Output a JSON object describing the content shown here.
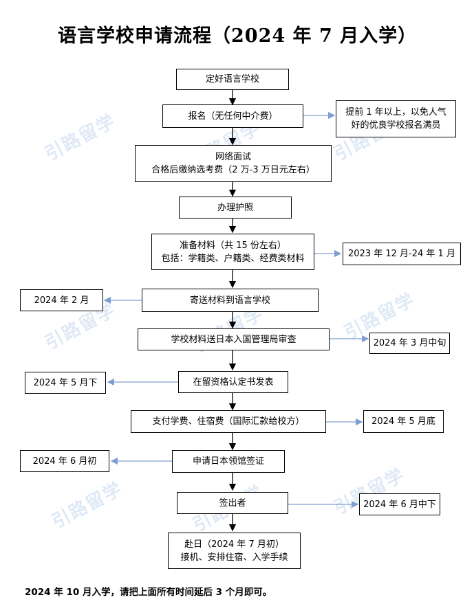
{
  "title": "语言学校申请流程（2024 年 7 月入学）",
  "watermark": "引路留学",
  "steps": [
    {
      "lines": [
        "定好语言学校"
      ]
    },
    {
      "lines": [
        "报名（无任何中介费）"
      ]
    },
    {
      "lines": [
        "网络面试",
        "合格后缴纳选考费（2 万-3 万日元左右）"
      ]
    },
    {
      "lines": [
        "办理护照"
      ]
    },
    {
      "lines": [
        "准备材料（共 15 份左右）",
        "包括：学籍类、户籍类、经费类材料"
      ]
    },
    {
      "lines": [
        "寄送材料到语言学校"
      ]
    },
    {
      "lines": [
        "学校材料送日本入国管理局审查"
      ]
    },
    {
      "lines": [
        "在留资格认定书发表"
      ]
    },
    {
      "lines": [
        "支付学费、住宿费（国际汇款给校方）"
      ]
    },
    {
      "lines": [
        "申请日本领馆签证"
      ]
    },
    {
      "lines": [
        "签出者"
      ]
    },
    {
      "lines": [
        "赴日（2024 年 7 月初）",
        "接机、安排住宿、入学手续"
      ]
    }
  ],
  "side_notes": [
    {
      "lines": [
        "提前 1 年以上，以免人气",
        "好的优良学校报名满员"
      ]
    },
    {
      "lines": [
        "2023 年 12 月-24 年 1 月"
      ]
    },
    {
      "lines": [
        "2024 年 2 月"
      ]
    },
    {
      "lines": [
        "2024 年 3 月中旬"
      ]
    },
    {
      "lines": [
        "2024 年 5 月下"
      ]
    },
    {
      "lines": [
        "2024 年 5 月底"
      ]
    },
    {
      "lines": [
        "2024 年 6 月初"
      ]
    },
    {
      "lines": [
        "2024 年 6 月中下"
      ]
    }
  ],
  "footer_note": "2024 年 10 月入学，请把上面所有时间延后 3 个月即可。",
  "colors": {
    "side_arrow": "#7f9fd0",
    "main_arrow": "#000000",
    "watermark": "#dfe9f6"
  }
}
